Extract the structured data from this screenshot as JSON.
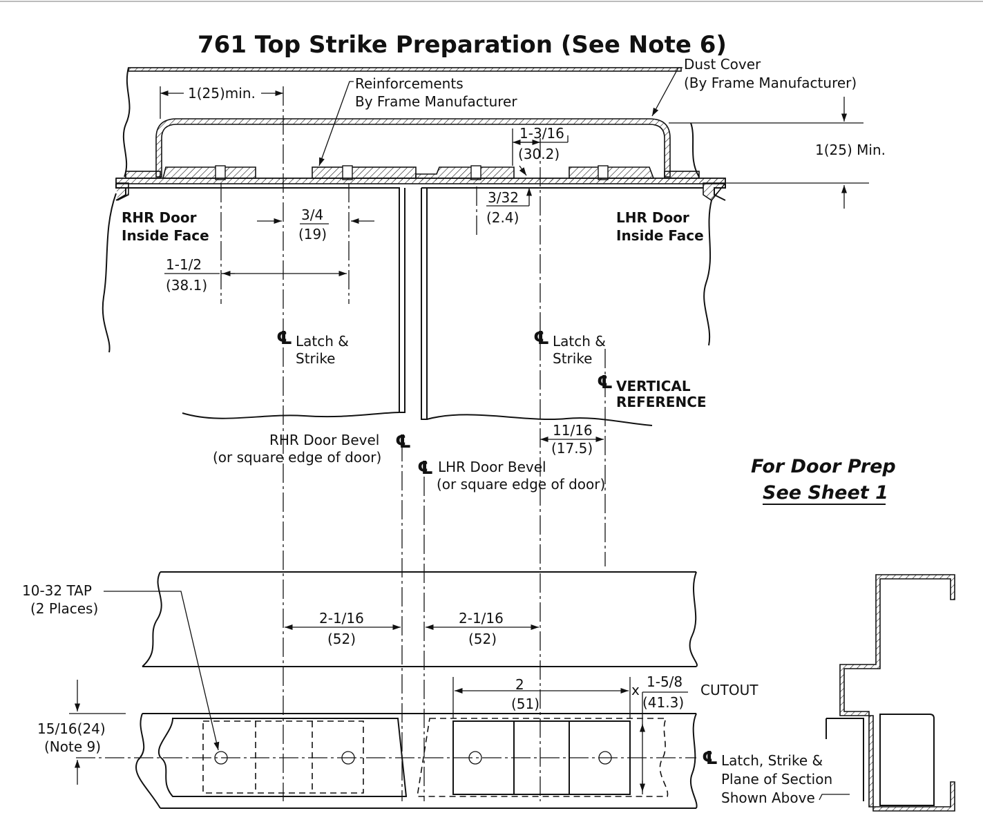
{
  "title": "761 Top Strike Preparation (See Note 6)",
  "labels": {
    "dust_cover_1": "Dust Cover",
    "dust_cover_2": "(By Frame Manufacturer)",
    "reinf_1": "Reinforcements",
    "reinf_2": "By Frame Manufacturer",
    "min_1_25": "1(25)min.",
    "dim_1_3_16": "1-3/16",
    "dim_30_2": "(30.2)",
    "min_1_25_right": "1(25) Min.",
    "dim_3_32": "3/32",
    "dim_2_4": "(2.4)",
    "rhr_face_1": "RHR Door",
    "rhr_face_2": "Inside Face",
    "lhr_face_1": "LHR Door",
    "lhr_face_2": "Inside Face",
    "dim_3_4": "3/4",
    "dim_19": "(19)",
    "dim_1_1_2": "1-1/2",
    "dim_38_1": "(38.1)",
    "cl_latch_1": "Latch &",
    "cl_latch_2": "Strike",
    "cl_vert_1": "VERTICAL",
    "cl_vert_2": "REFERENCE",
    "rhr_bevel_1": "RHR Door Bevel",
    "rhr_bevel_2": "(or square edge of door)",
    "lhr_bevel_1": "LHR Door Bevel",
    "lhr_bevel_2": "(or square edge of door)",
    "dim_11_16": "11/16",
    "dim_17_5": "(17.5)",
    "door_prep_1": "For Door Prep",
    "door_prep_2": "See Sheet 1",
    "tap_1": "10-32 TAP",
    "tap_2": "(2 Places)",
    "dim_2_1_16": "2-1/16",
    "dim_52": "(52)",
    "dim_2": "2",
    "dim_51": "(51)",
    "x": "x",
    "dim_1_5_8": "1-5/8",
    "dim_41_3": "(41.3)",
    "cutout": "CUTOUT",
    "dim_15_16": "15/16(24)",
    "note_9": "(Note 9)",
    "cl_bottom_1": "Latch, Strike &",
    "cl_bottom_2": "Plane of Section",
    "cl_bottom_3": "Shown Above",
    "cl_symbol": "℄"
  }
}
